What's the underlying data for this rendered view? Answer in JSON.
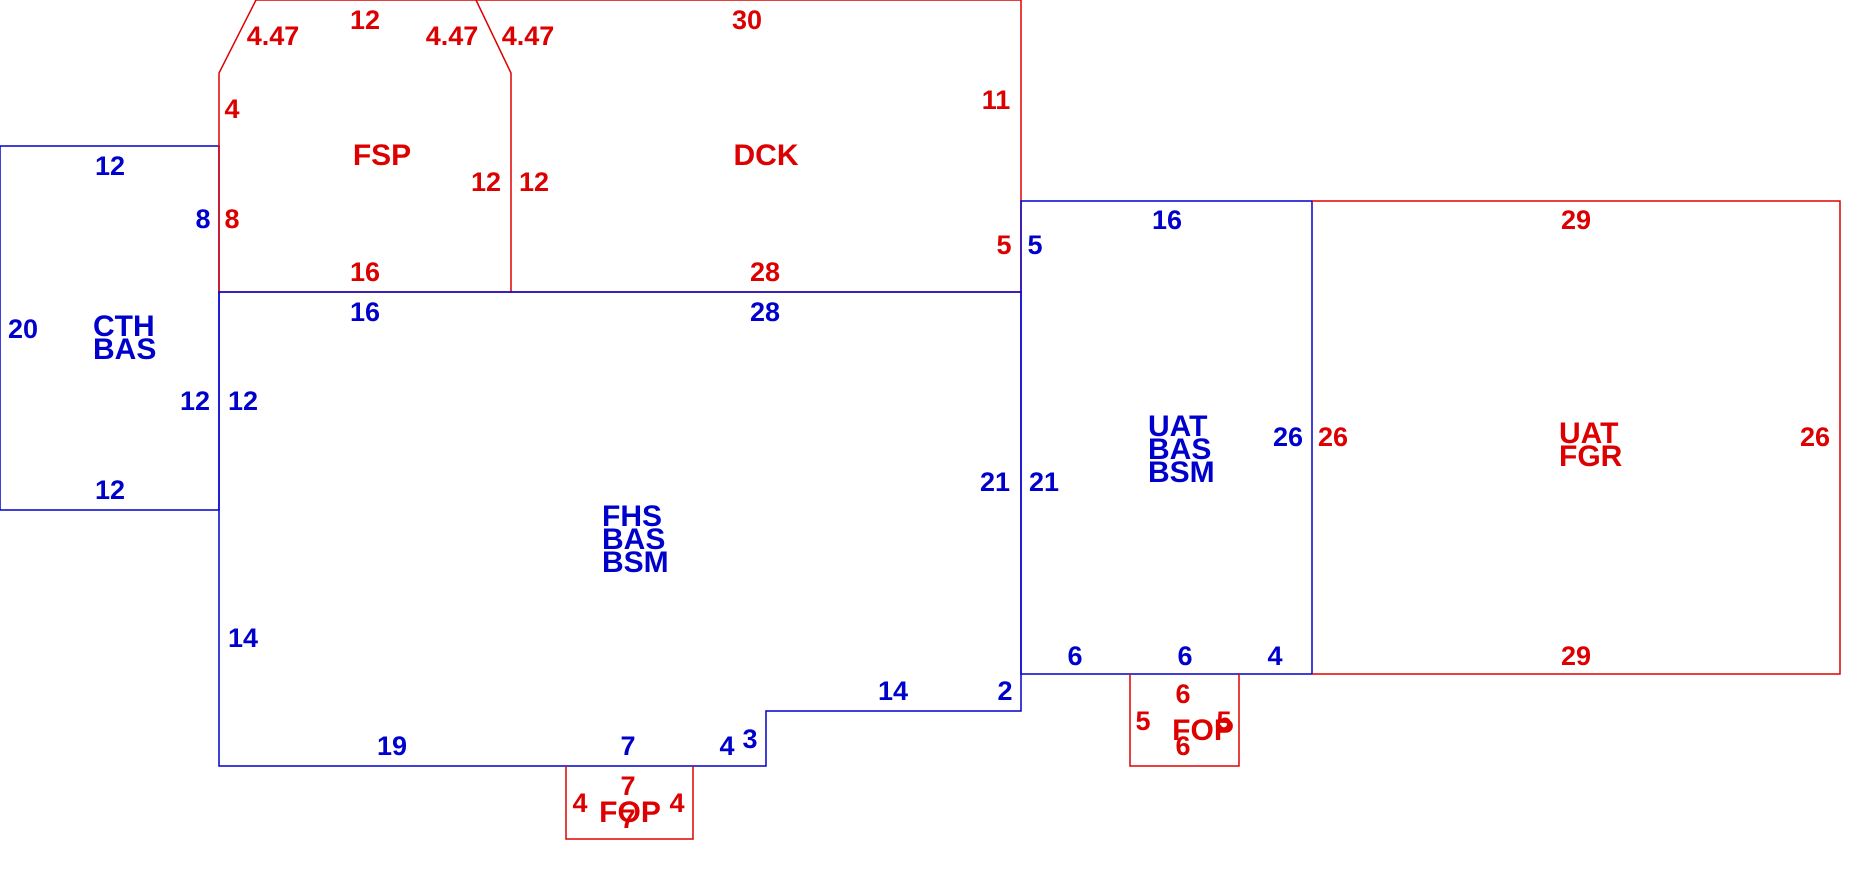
{
  "colors": {
    "blue": "#0000cc",
    "red": "#dd0000"
  },
  "areas": [
    {
      "id": "cth",
      "color": "blue",
      "codes": [
        "CTH",
        "BAS"
      ],
      "dims": [
        "12",
        "8",
        "20",
        "12",
        "12"
      ]
    },
    {
      "id": "fsp",
      "color": "red",
      "codes": [
        "FSP"
      ],
      "dims": [
        "4.47",
        "12",
        "4.47",
        "4",
        "8",
        "12",
        "16"
      ]
    },
    {
      "id": "dck",
      "color": "red",
      "codes": [
        "DCK"
      ],
      "dims": [
        "4.47",
        "30",
        "11",
        "12",
        "5",
        "28"
      ]
    },
    {
      "id": "fhs",
      "color": "blue",
      "codes": [
        "FHS",
        "BAS",
        "BSM"
      ],
      "dims": [
        "16",
        "28",
        "12",
        "14",
        "19",
        "7",
        "4",
        "3",
        "14",
        "2",
        "21"
      ]
    },
    {
      "id": "fop1",
      "color": "red",
      "codes": [
        "FOP"
      ],
      "dims": [
        "7",
        "4",
        "4",
        "7"
      ]
    },
    {
      "id": "uat1",
      "color": "blue",
      "codes": [
        "UAT",
        "BAS",
        "BSM"
      ],
      "dims": [
        "16",
        "5",
        "21",
        "26",
        "6",
        "6",
        "4"
      ]
    },
    {
      "id": "fop2",
      "color": "red",
      "codes": [
        "FOP"
      ],
      "dims": [
        "6",
        "5",
        "5",
        "6"
      ]
    },
    {
      "id": "uat2",
      "color": "red",
      "codes": [
        "UAT",
        "FGR"
      ],
      "dims": [
        "29",
        "26",
        "26",
        "29"
      ]
    }
  ]
}
